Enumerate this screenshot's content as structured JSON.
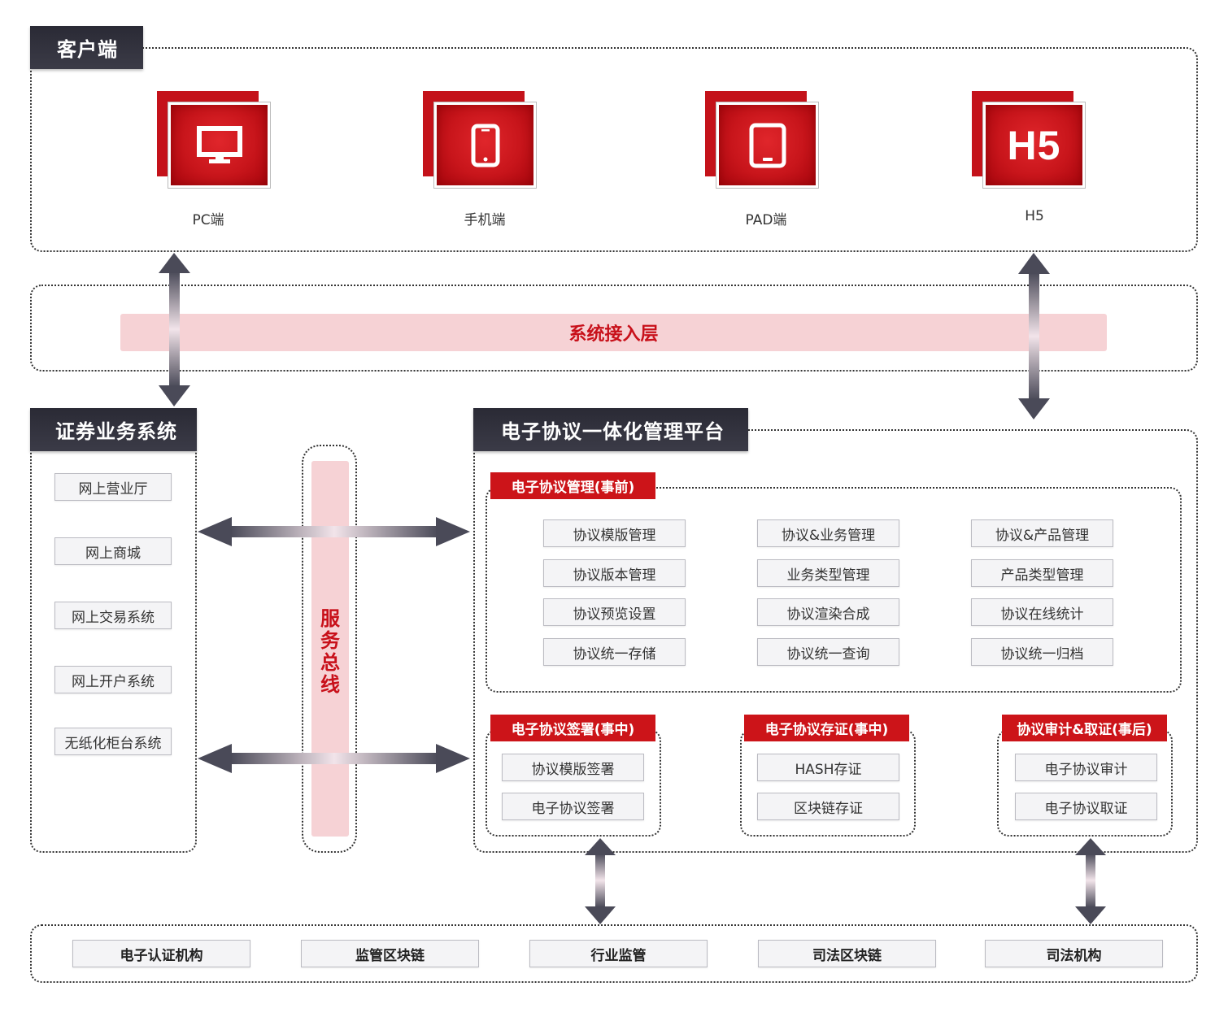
{
  "client": {
    "title": "客户端",
    "devices": [
      {
        "label": "PC端",
        "icon": "monitor-icon"
      },
      {
        "label": "手机端",
        "icon": "smartphone-icon"
      },
      {
        "label": "PAD端",
        "icon": "tablet-icon"
      },
      {
        "label": "H5",
        "icon": "h5-icon",
        "icon_text": "H5"
      }
    ]
  },
  "access_layer": {
    "label": "系统接入层"
  },
  "securities": {
    "title": "证券业务系统",
    "items": [
      "网上营业厅",
      "网上商城",
      "网上交易系统",
      "网上开户系统",
      "无纸化柜台系统"
    ]
  },
  "service_bus": {
    "label": "服务总线"
  },
  "platform": {
    "title": "电子协议一体化管理平台",
    "management": {
      "title": "电子协议管理(事前)",
      "items": [
        "协议模版管理",
        "协议&业务管理",
        "协议&产品管理",
        "协议版本管理",
        "业务类型管理",
        "产品类型管理",
        "协议预览设置",
        "协议渲染合成",
        "协议在线统计",
        "协议统一存储",
        "协议统一查询",
        "协议统一归档"
      ]
    },
    "signing": {
      "title": "电子协议签署(事中)",
      "items": [
        "协议模版签署",
        "电子协议签署"
      ]
    },
    "evidence": {
      "title": "电子协议存证(事中)",
      "items": [
        "HASH存证",
        "区块链存证"
      ]
    },
    "audit": {
      "title": "协议审计&取证(事后)",
      "items": [
        "电子协议审计",
        "电子协议取证"
      ]
    }
  },
  "external": {
    "items": [
      "电子认证机构",
      "监管区块链",
      "行业监管",
      "司法区块链",
      "司法机构"
    ]
  },
  "colors": {
    "accent_red": "#cc1419",
    "dark_title": "#2f2f3b",
    "pink_band": "#f6d2d5"
  }
}
